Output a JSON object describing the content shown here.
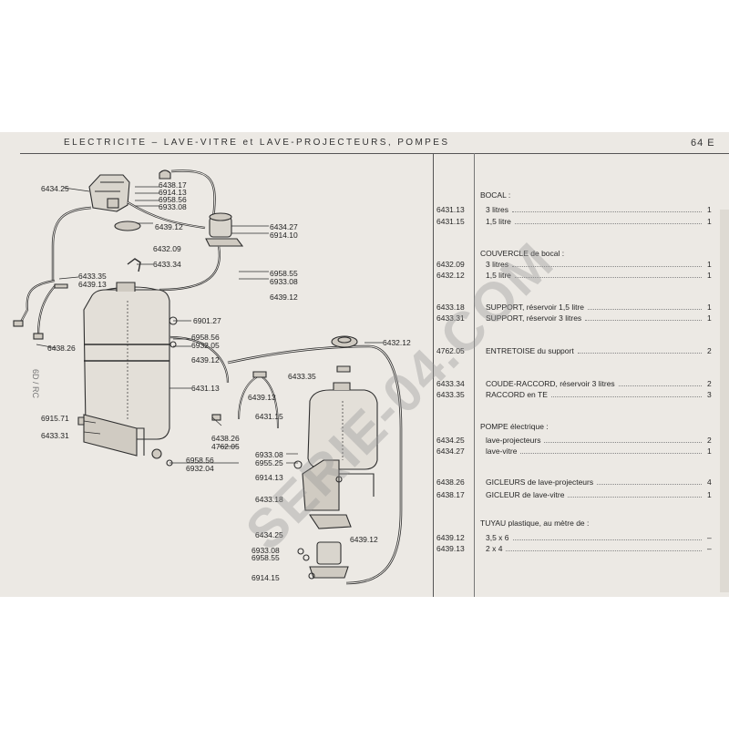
{
  "header": {
    "title": "ELECTRICITE  –  LAVE-VITRE  et  LAVE-PROJECTEURS,  POMPES",
    "page_number": "64 E"
  },
  "diagram": {
    "side_note": "6D / RC",
    "callouts": [
      {
        "id": "c1",
        "text": "6434.25"
      },
      {
        "id": "c2",
        "text": "6438.17"
      },
      {
        "id": "c3",
        "text": "6914.13"
      },
      {
        "id": "c4",
        "text": "6958.56"
      },
      {
        "id": "c5",
        "text": "6933.08"
      },
      {
        "id": "c6",
        "text": "6439.12"
      },
      {
        "id": "c7",
        "text": "6432.09"
      },
      {
        "id": "c8",
        "text": "6433.34"
      },
      {
        "id": "c9",
        "text": "6434.27"
      },
      {
        "id": "c10",
        "text": "6914.10"
      },
      {
        "id": "c11",
        "text": "6958.55"
      },
      {
        "id": "c12",
        "text": "6933.08"
      },
      {
        "id": "c13",
        "text": "6439.12"
      },
      {
        "id": "c14",
        "text": "6433.35"
      },
      {
        "id": "c15",
        "text": "6439.13"
      },
      {
        "id": "c16",
        "text": "6438.26"
      },
      {
        "id": "c17",
        "text": "6901.27"
      },
      {
        "id": "c18",
        "text": "6958.56"
      },
      {
        "id": "c19",
        "text": "6932.05"
      },
      {
        "id": "c20",
        "text": "6439.12"
      },
      {
        "id": "c21",
        "text": "6431.13"
      },
      {
        "id": "c22",
        "text": "6915.71"
      },
      {
        "id": "c23",
        "text": "6433.31"
      },
      {
        "id": "c24",
        "text": "6432.12"
      },
      {
        "id": "c25",
        "text": "6433.35"
      },
      {
        "id": "c26",
        "text": "6439.13"
      },
      {
        "id": "c27",
        "text": "6438.26"
      },
      {
        "id": "c28",
        "text": "4762.05"
      },
      {
        "id": "c29",
        "text": "6958.56"
      },
      {
        "id": "c30",
        "text": "6932.04"
      },
      {
        "id": "c31",
        "text": "6431.15"
      },
      {
        "id": "c32",
        "text": "6933.08"
      },
      {
        "id": "c33",
        "text": "6955.25"
      },
      {
        "id": "c34",
        "text": "6914.13"
      },
      {
        "id": "c35",
        "text": "6433.18"
      },
      {
        "id": "c36",
        "text": "6434.25"
      },
      {
        "id": "c37",
        "text": "6933.08"
      },
      {
        "id": "c38",
        "text": "6958.55"
      },
      {
        "id": "c39",
        "text": "6439.12"
      },
      {
        "id": "c40",
        "text": "6914.15"
      }
    ]
  },
  "parts": [
    {
      "heading": "BOCAL :",
      "items": [
        {
          "ref": "6431.13",
          "desc": "3 litres",
          "qty": "1"
        },
        {
          "ref": "6431.15",
          "desc": "1,5 litre",
          "qty": "1"
        }
      ]
    },
    {
      "heading": "COUVERCLE de bocal :",
      "items": [
        {
          "ref": "6432.09",
          "desc": "3 litres",
          "qty": "1"
        },
        {
          "ref": "6432.12",
          "desc": "1,5 litre",
          "qty": "1"
        }
      ]
    },
    {
      "heading": "",
      "items": [
        {
          "ref": "6433.18",
          "desc": "SUPPORT, réservoir 1,5 litre",
          "qty": "1"
        },
        {
          "ref": "6433.31",
          "desc": "SUPPORT, réservoir 3 litres",
          "qty": "1"
        }
      ]
    },
    {
      "heading": "",
      "items": [
        {
          "ref": "4762.05",
          "desc": "ENTRETOISE du support",
          "qty": "2"
        }
      ]
    },
    {
      "heading": "",
      "items": [
        {
          "ref": "6433.34",
          "desc": "COUDE-RACCORD, réservoir 3 litres",
          "qty": "2"
        },
        {
          "ref": "6433.35",
          "desc": "RACCORD en TE",
          "qty": "3"
        }
      ]
    },
    {
      "heading": "POMPE électrique :",
      "items": [
        {
          "ref": "6434.25",
          "desc": "lave-projecteurs",
          "qty": "2"
        },
        {
          "ref": "6434.27",
          "desc": "lave-vitre",
          "qty": "1"
        }
      ]
    },
    {
      "heading": "",
      "items": [
        {
          "ref": "6438.26",
          "desc": "GICLEURS de lave-projecteurs",
          "qty": "4"
        },
        {
          "ref": "6438.17",
          "desc": "GICLEUR de lave-vitre",
          "qty": "1"
        }
      ]
    },
    {
      "heading": "TUYAU plastique, au mètre de :",
      "items": [
        {
          "ref": "6439.12",
          "desc": "3,5 x 6",
          "qty": "–"
        },
        {
          "ref": "6439.13",
          "desc": "2 x 4",
          "qty": "–"
        }
      ]
    }
  ],
  "watermark": "SERIE-04.COM"
}
